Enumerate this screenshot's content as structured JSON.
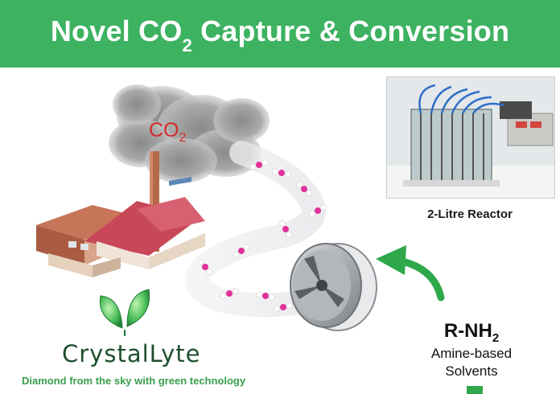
{
  "banner": {
    "title_main": "Novel CO",
    "title_sub": "2",
    "title_rest": " Capture & Conversion"
  },
  "co2_label": {
    "main": "CO",
    "sub": "2"
  },
  "reactor": {
    "label": "2-Litre Reactor"
  },
  "amine": {
    "formula_main": "R-NH",
    "formula_sub": "2",
    "desc_line1": "Amine-based",
    "desc_line2": "Solvents"
  },
  "brand": {
    "name": "CrystalLyte",
    "tagline": "Diamond from the sky with green technology"
  },
  "colors": {
    "banner": "#3db261",
    "co2_text": "#d42a2a",
    "arrow": "#2ea84a",
    "molecule_pink": "#e0329a",
    "brand_text": "#1e4f2f",
    "tagline_text": "#3a9f4d"
  },
  "icons": [
    "smoke-cloud-icon",
    "factory-icon",
    "co2-molecule-icon",
    "turbine-icon",
    "cycle-arrow-icon",
    "crystal-leaf-logo"
  ]
}
